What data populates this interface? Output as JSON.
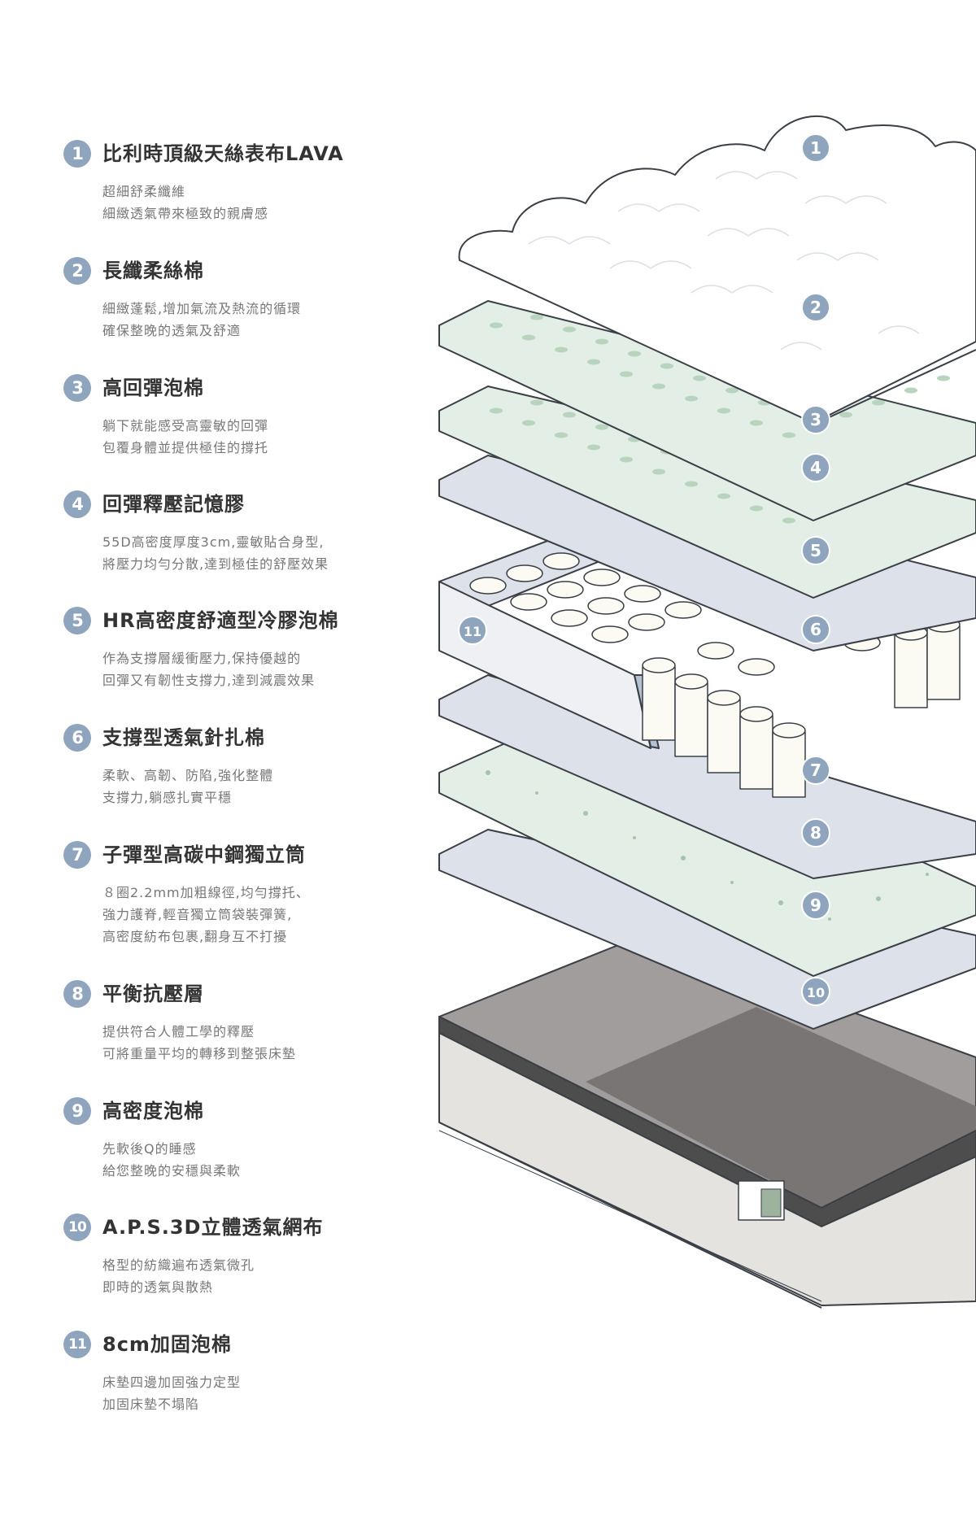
{
  "layers": [
    {
      "number": "1",
      "title": "比利時頂級天絲表布LAVA",
      "lines": [
        "超細舒柔纖維",
        "細緻透氣帶來極致的親膚感"
      ]
    },
    {
      "number": "2",
      "title": "長纖柔絲棉",
      "lines": [
        "細緻蓬鬆,增加氣流及熱流的循環",
        "確保整晚的透氣及舒適"
      ]
    },
    {
      "number": "3",
      "title": "高回彈泡棉",
      "lines": [
        "躺下就能感受高靈敏的回彈",
        "包覆身體並提供極佳的撐托"
      ]
    },
    {
      "number": "4",
      "title": "回彈釋壓記憶膠",
      "lines": [
        "55D高密度厚度3cm,靈敏貼合身型,",
        "將壓力均勻分散,達到極佳的舒壓效果"
      ]
    },
    {
      "number": "5",
      "title": "HR高密度舒適型冷膠泡棉",
      "lines": [
        "作為支撐層緩衝壓力,保持優越的",
        "回彈又有韌性支撐力,達到減震效果"
      ]
    },
    {
      "number": "6",
      "title": "支撐型透氣針扎棉",
      "lines": [
        "柔軟、高韌、防陷,強化整體",
        "支撐力,躺感扎實平穩"
      ]
    },
    {
      "number": "7",
      "title": "子彈型高碳中鋼獨立筒",
      "lines": [
        "８圈2.2mm加粗線徑,均勻撐托、",
        "強力護脊,輕音獨立筒袋裝彈簧,",
        "高密度紡布包裹,翻身互不打擾"
      ]
    },
    {
      "number": "8",
      "title": "平衡抗壓層",
      "lines": [
        "提供符合人體工學的釋壓",
        "可將重量平均的轉移到整張床墊"
      ]
    },
    {
      "number": "9",
      "title": "高密度泡棉",
      "lines": [
        "先軟後Q的睡感",
        "給您整晚的安穩與柔軟"
      ]
    },
    {
      "number": "10",
      "title": "A.P.S.3D立體透氣網布",
      "lines": [
        "格型的紡織遍布透氣微孔",
        "即時的透氣與散熱"
      ]
    },
    {
      "number": "11",
      "title": "8cm加固泡棉",
      "lines": [
        "床墊四邊加固強力定型",
        "加固床墊不塌陷"
      ]
    }
  ],
  "diagram_markers": [
    "1",
    "2",
    "3",
    "4",
    "5",
    "6",
    "7",
    "8",
    "9",
    "10",
    "11"
  ],
  "colors": {
    "marker": "#8fa4bd",
    "top_fabric": "#ffffff",
    "latex_green": "#e3eee6",
    "gel_blue": "#dde2ea",
    "base_dark": "#7a7575",
    "base_gray": "#a19d9c",
    "side_light": "#e4e3df",
    "outline": "#3a3f46"
  }
}
